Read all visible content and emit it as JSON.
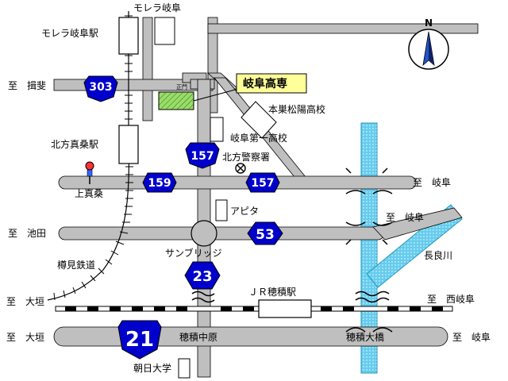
{
  "compass": {
    "north_letter": "N"
  },
  "stations": {
    "morera_gifu_top": "モレラ岐阜",
    "morera_gifu": "モレラ岐阜駅",
    "kitagata_makuwa": "北方真桑駅",
    "kami_makuwa": "上真桑",
    "jr_hozumi": "ＪＲ穂積駅"
  },
  "railway": {
    "tarumi": "樽見鉄道"
  },
  "directions": {
    "ibi": "至　揖斐",
    "gifu_159": "至　岐阜",
    "gifu_53": "至　岐阜",
    "ikeda": "至　池田",
    "ogaki_rail": "至　大垣",
    "nishigifu": "至　西岐阜",
    "ogaki_21": "至　大垣",
    "gifu_21": "至　岐阜"
  },
  "routes": {
    "r303": "303",
    "r157_north": "157",
    "r159": "159",
    "r157_east": "157",
    "r53": "53",
    "r23": "23",
    "r21": "21"
  },
  "places": {
    "seimon": "正門",
    "gifu_kosen": "岐阜高専",
    "motosu_shoyo": "本巣松陽高校",
    "gifu_daiichi": "岐阜第一高校",
    "kitagata_police": "北方警察署",
    "apita": "アピタ",
    "sun_bridge": "サンブリッジ",
    "nagara_river": "長良川",
    "hozumi_nakahara": "穂積中原",
    "hozumi_ohashi": "穂積大橋",
    "asahi_univ": "朝日大学"
  },
  "colors": {
    "road": "#bfbfbf",
    "shield": "#0000cc",
    "river": "#66ccee",
    "callout": "#ffff99",
    "campus": "#99dd66",
    "rail_station_marker": "#ffffff"
  }
}
